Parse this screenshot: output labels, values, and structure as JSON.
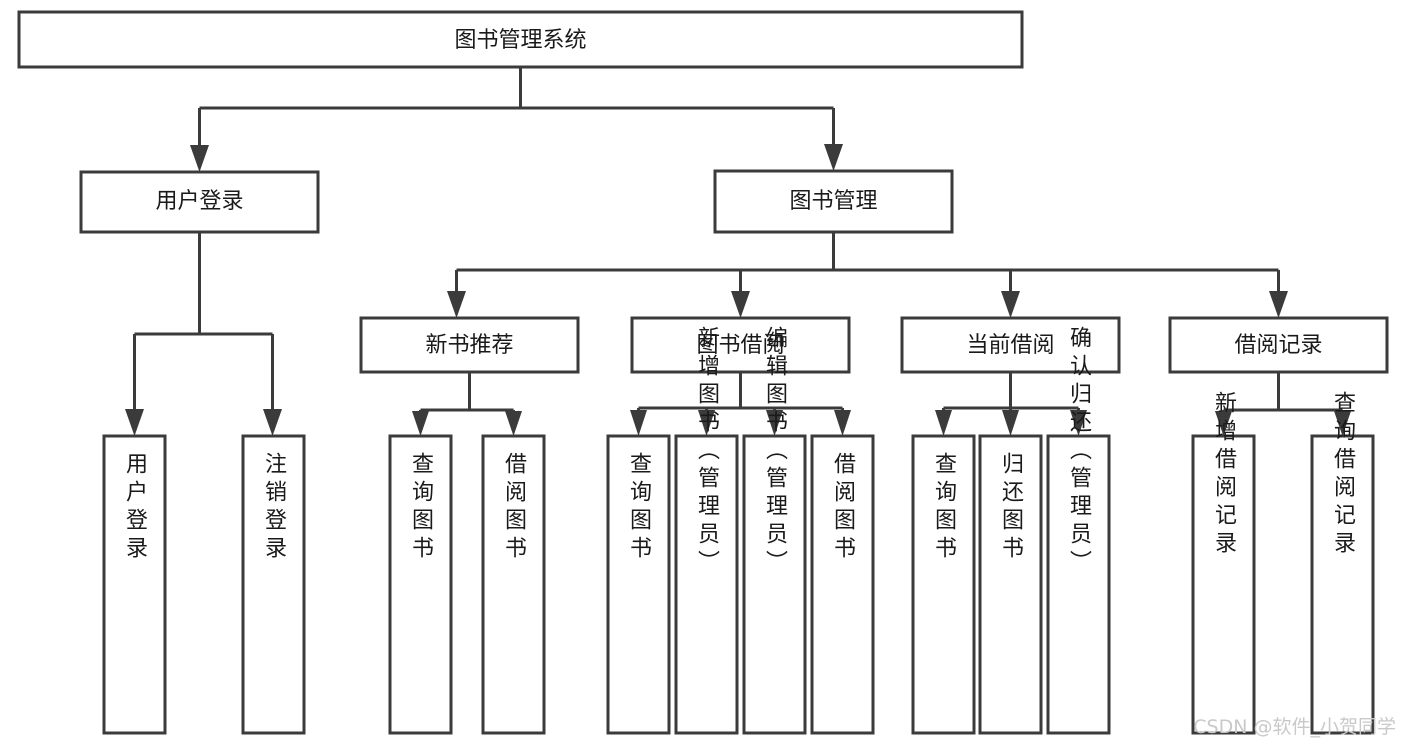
{
  "diagram": {
    "title_node": {
      "label": "图书管理系统"
    },
    "level1": [
      {
        "id": "user-login",
        "label": "用户登录"
      },
      {
        "id": "book-management",
        "label": "图书管理"
      }
    ],
    "level2": [
      {
        "id": "new-book-recommend",
        "label": "新书推荐"
      },
      {
        "id": "book-borrow",
        "label": "图书借阅"
      },
      {
        "id": "current-borrow",
        "label": "当前借阅"
      },
      {
        "id": "borrow-record",
        "label": "借阅记录"
      }
    ],
    "leaves": {
      "user_login": [
        {
          "id": "leaf-user-login",
          "label": "用户登录"
        },
        {
          "id": "leaf-logout-login",
          "label": "注销登录"
        }
      ],
      "new_book_recommend": [
        {
          "id": "leaf-query-book-1",
          "label": "查询图书"
        },
        {
          "id": "leaf-borrow-book-1",
          "label": "借阅图书"
        }
      ],
      "book_borrow": [
        {
          "id": "leaf-query-book-2",
          "label": "查询图书"
        },
        {
          "id": "leaf-add-book",
          "label": "新增图书（管理员）"
        },
        {
          "id": "leaf-edit-book",
          "label": "编辑图书（管理员）"
        },
        {
          "id": "leaf-borrow-book-2",
          "label": "借阅图书"
        }
      ],
      "current_borrow": [
        {
          "id": "leaf-query-book-3",
          "label": "查询图书"
        },
        {
          "id": "leaf-return-book",
          "label": "归还图书"
        },
        {
          "id": "leaf-confirm-return",
          "label": "确认归还（管理员）"
        }
      ],
      "borrow_record": [
        {
          "id": "leaf-add-record",
          "label": "新增借阅记录"
        },
        {
          "id": "leaf-query-record",
          "label": "查询借阅记录"
        }
      ]
    },
    "watermark": "CSDN @软件_小贺同学",
    "colors": {
      "stroke": "#3b3b3b",
      "box_fill": "#ffffff",
      "text": "#1a1a1a",
      "watermark": "#c9c9c9",
      "background": "#ffffff"
    }
  }
}
